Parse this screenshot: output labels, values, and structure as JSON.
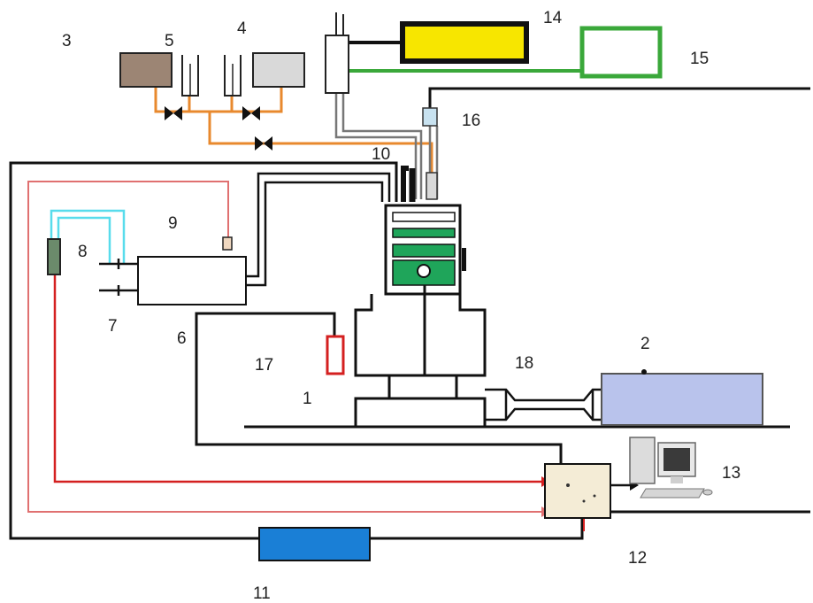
{
  "labels": {
    "l1": "1",
    "l2": "2",
    "l3": "3",
    "l4": "4",
    "l5": "5",
    "l6": "6",
    "l7": "7",
    "l8": "8",
    "l9": "9",
    "l10": "10",
    "l11": "11",
    "l12": "12",
    "l13": "13",
    "l14": "14",
    "l15": "15",
    "l16": "16",
    "l17": "17",
    "l18": "18"
  },
  "colors": {
    "line_black": "#111111",
    "line_gray": "#777777",
    "fuel_line": "#e8892e",
    "signal_red": "#d42020",
    "signal_pink": "#e07070",
    "coolant_cyan": "#58dcec",
    "green_line": "#3aa83a",
    "yellow_unit": "#f7e600",
    "blue_unit": "#1a7fd6",
    "dyno_blue": "#b9c3ec",
    "engine_green": "#1fa55a",
    "box_beige": "#f4ecd6"
  }
}
